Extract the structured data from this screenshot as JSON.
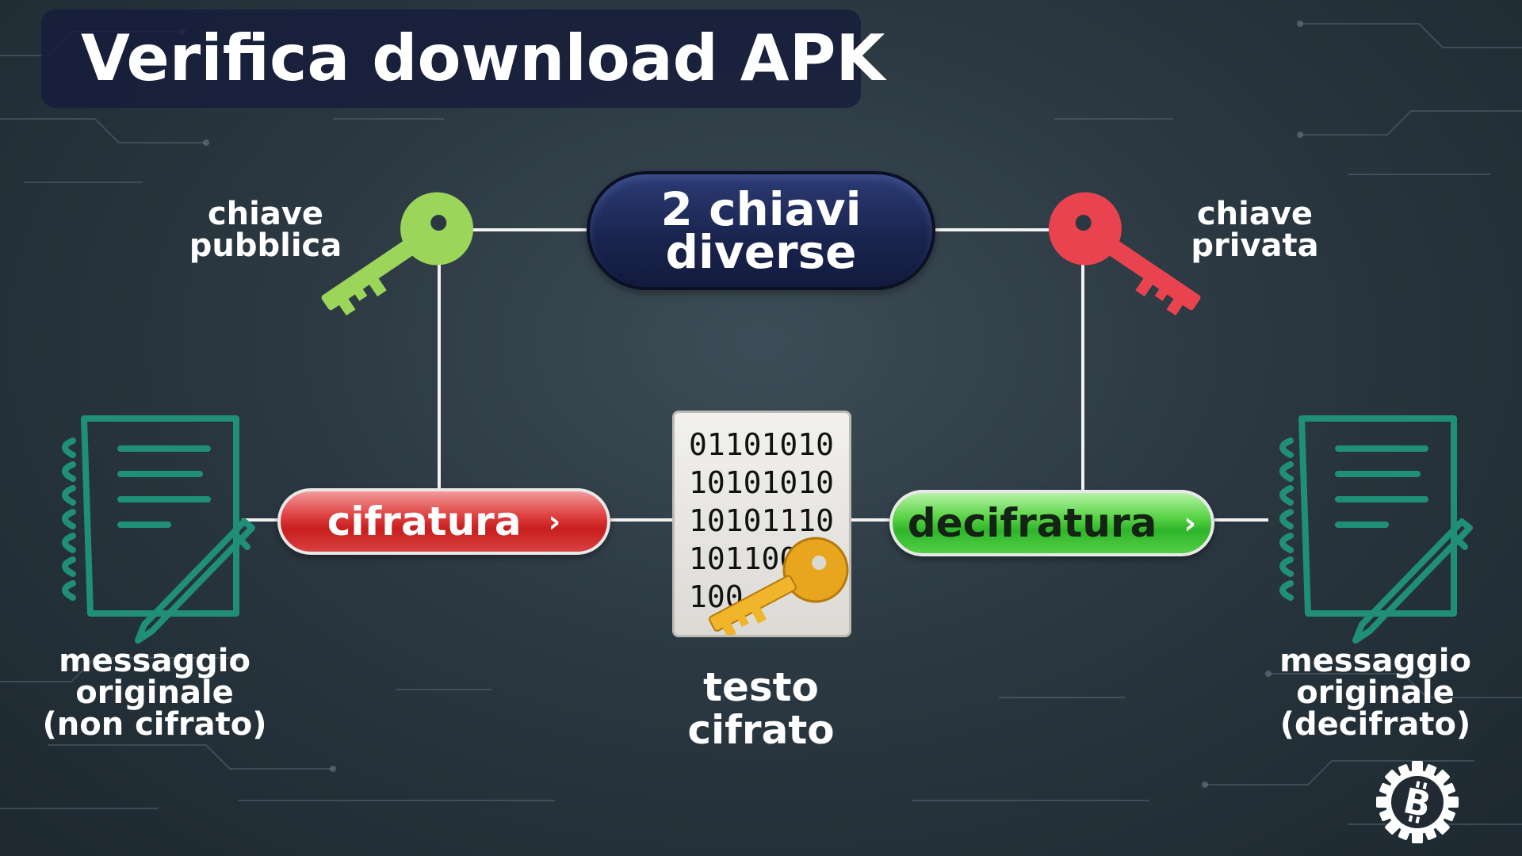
{
  "title": "Verifica download APK",
  "center_pill": {
    "line1": "2 chiavi",
    "line2": "diverse"
  },
  "public_key_label": {
    "line1": "chiave",
    "line2": "pubblica"
  },
  "private_key_label": {
    "line1": "chiave",
    "line2": "privata"
  },
  "encrypt_button": {
    "label": "cifratura",
    "chevron": "›"
  },
  "decrypt_button": {
    "label": "decifratura",
    "chevron": "›"
  },
  "cipher_doc": {
    "lines": [
      "01101010",
      "10101010",
      "10101110",
      "101100",
      "100"
    ]
  },
  "cipher_label": {
    "line1": "testo",
    "line2": "cifrato"
  },
  "original_message_label": {
    "line1": "messaggio",
    "line2": "originale",
    "line3": "(non cifrato)"
  },
  "decrypted_message_label": {
    "line1": "messaggio",
    "line2": "originale",
    "line3": "(decifrato)"
  },
  "icons": {
    "public_key": "key-icon",
    "private_key": "key-icon",
    "golden_key": "key-icon",
    "notebook_left": "notebook-pencil-icon",
    "notebook_right": "notebook-pencil-icon",
    "logo": "bitcoin-gear-logo"
  },
  "colors": {
    "public_key": "#9bd55a",
    "private_key": "#e8434e",
    "notebook": "#1f8f78",
    "golden_key": "#e8a51e",
    "encrypt_button": "#d83030",
    "decrypt_button": "#3dc237",
    "pill": "#1a2550"
  }
}
